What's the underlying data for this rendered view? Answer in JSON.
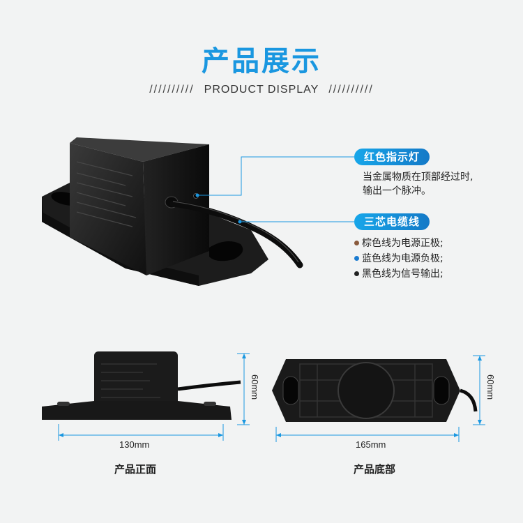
{
  "header": {
    "title": "产品展示",
    "subtitle": "PRODUCT DISPLAY",
    "slashes": "//////////"
  },
  "callouts": [
    {
      "label": "红色指示灯",
      "text_lines": [
        "当金属物质在顶部经过时,",
        "输出一个脉冲。"
      ]
    },
    {
      "label": "三芯电缆线",
      "bullets": [
        {
          "text": "棕色线为电源正极;",
          "color": "#8a5a3c"
        },
        {
          "text": "蓝色线为电源负极;",
          "color": "#1a7bd0"
        },
        {
          "text": "黑色线为信号输出;",
          "color": "#222222"
        }
      ]
    }
  ],
  "views": {
    "front": {
      "width_label": "130mm",
      "height_label": "60mm",
      "caption": "产品正面"
    },
    "bottom": {
      "width_label": "165mm",
      "height_label": "60mm",
      "caption": "产品底部"
    }
  },
  "colors": {
    "accent": "#1a97e0",
    "tag_start": "#17a6e9",
    "tag_end": "#1479c7"
  }
}
